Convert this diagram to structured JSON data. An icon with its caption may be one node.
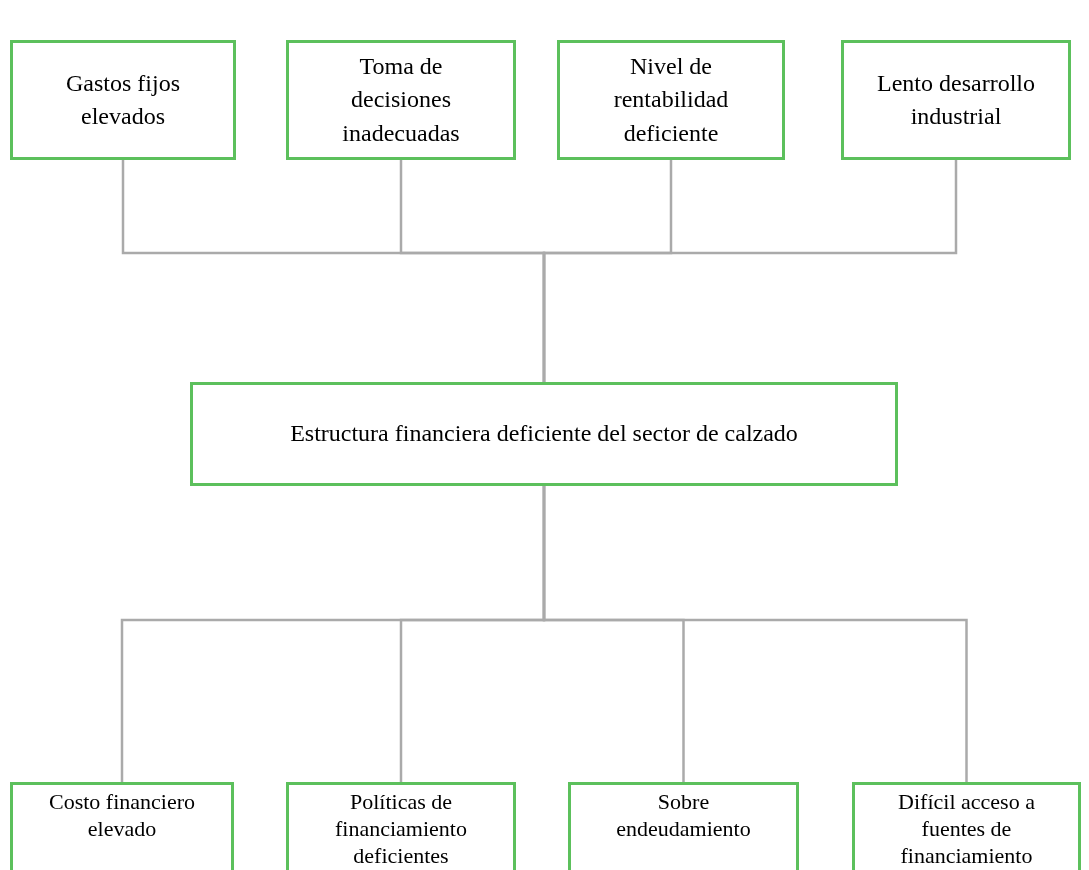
{
  "diagram": {
    "nodes": [
      {
        "text": [
          "Gastos fijos elevados"
        ]
      },
      {
        "text": [
          "Toma de decisiones inadecuadas"
        ]
      },
      {
        "text": [
          "Nivel de rentabilidad deficiente"
        ]
      },
      {
        "text": [
          "Lento desarrollo industrial"
        ]
      },
      {
        "text": [
          "Estructura financiera deficiente del sector de calzado"
        ]
      },
      {
        "text": [
          "Costo financiero elevado"
        ]
      },
      {
        "text": [
          "Políticas de financiamiento deficientes"
        ]
      },
      {
        "text": [
          "Sobre endeudamiento"
        ]
      },
      {
        "text": [
          "Difícil acceso a fuentes de financiamiento"
        ]
      }
    ],
    "edges": [
      {
        "from": 0,
        "to": 4,
        "arrow": "none"
      },
      {
        "from": 1,
        "to": 4,
        "arrow": "none"
      },
      {
        "from": 2,
        "to": 4,
        "arrow": "none"
      },
      {
        "from": 3,
        "to": 4,
        "arrow": "none"
      },
      {
        "from": 4,
        "to": 5,
        "arrow": "none"
      },
      {
        "from": 4,
        "to": 6,
        "arrow": "none"
      },
      {
        "from": 4,
        "to": 7,
        "arrow": "none"
      },
      {
        "from": 4,
        "to": 8,
        "arrow": "none"
      }
    ]
  }
}
